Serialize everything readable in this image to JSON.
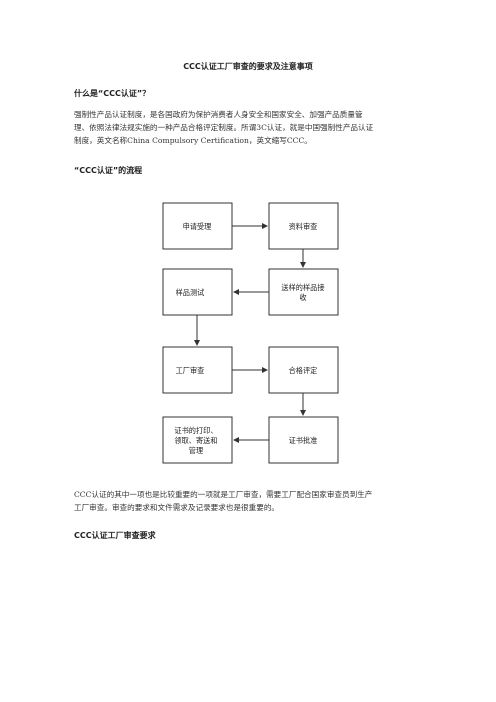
{
  "doc": {
    "title": "CCC认证工厂审查的要求及注意事项",
    "section1_heading": "什么是“CCC认证”？",
    "para1": [
      "强制性产品认证制度，是各国政府为保护消费者人身安全和国家安全、加强产品质量管",
      "理、依照法律法规实施的一种产品合格评定制度。所谓3C认证，就是中国强制性产品认证",
      "制度，英文名称China Compulsory Certification，英文缩写CCC。"
    ],
    "section2_heading": "“CCC认证”的流程",
    "para2": [
      "CCC认证的其中一项也是比较重要的一项就是工厂审查，需要工厂配合国家审查员到生产",
      "工厂审查。审查的要求和文件需求及记录要求也是很重要的。"
    ],
    "section3_heading": "CCC认证工厂审查要求"
  },
  "flowchart": {
    "boxes": [
      {
        "lines": [
          "申请受理"
        ]
      },
      {
        "lines": [
          "资料审查"
        ]
      },
      {
        "lines": [
          "送样的样品接",
          "收"
        ]
      },
      {
        "lines": [
          "样品测试"
        ]
      },
      {
        "lines": [
          "工厂审查"
        ]
      },
      {
        "lines": [
          "合格评定"
        ]
      },
      {
        "lines": [
          "证书批准"
        ]
      },
      {
        "lines": [
          "证书的打印、",
          "领取、寄送和",
          "管理"
        ]
      }
    ]
  }
}
